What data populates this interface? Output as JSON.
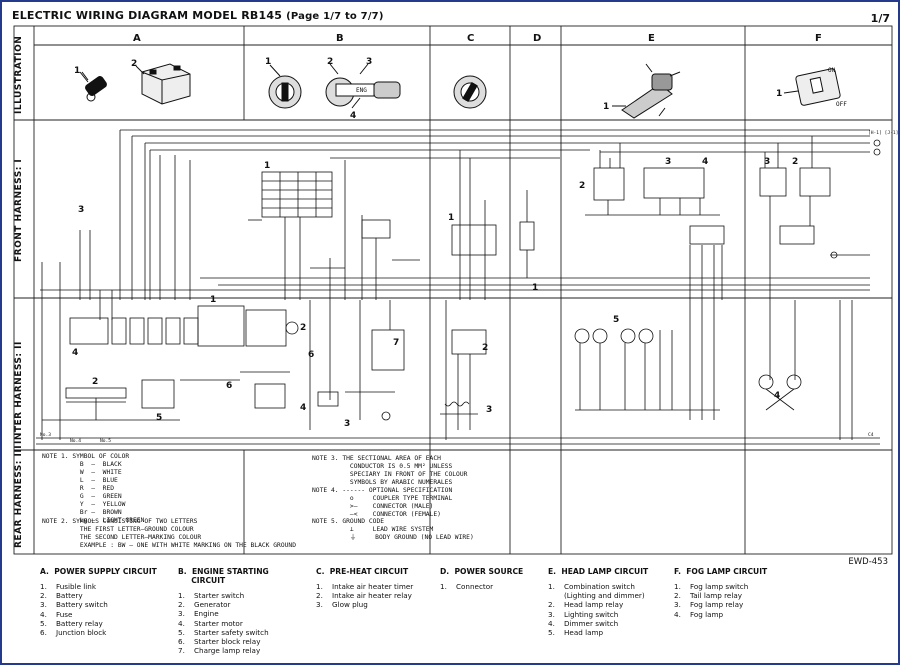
{
  "header": {
    "title": "ELECTRIC WIRING DIAGRAM MODEL  RB145",
    "page_range": "(Page 1/7 to 7/7)",
    "page_number": "1/7"
  },
  "columns": [
    "A",
    "B",
    "C",
    "D",
    "E",
    "F"
  ],
  "row_labels": {
    "illustration": "ILLUSTRATION",
    "front": "FRONT HARNESS: I",
    "inter": "INTER HARNESS: II",
    "rear": "REAR HARNESS: III"
  },
  "illustration_labels": {
    "a1": "1",
    "a2": "2",
    "b1": "1",
    "b2": "2",
    "b3": "3",
    "b4": "4",
    "b_eng": "ENG",
    "e1": "1",
    "f1": "1",
    "f_on": "ON",
    "f_off": "OFF"
  },
  "notes": {
    "note1": "NOTE 1. SYMBOL OF COLOR\n          B  —  BLACK\n          W  —  WHITE\n          L  —  BLUE\n          R  —  RED\n          G  —  GREEN\n          Y  —  YELLOW\n          Br —  BROWN\n          Lg —  LIGHT GREEN",
    "note2": "NOTE 2. SYMBOLS CONSISTING OF TWO LETTERS\n          THE FIRST LETTER—GROUND COLOUR\n          THE SECOND LETTER—MARKING COLOUR\n          EXAMPLE : BW — ONE WITH WHITE MARKING ON THE BLACK GROUND",
    "note3": "NOTE 3. THE SECTIONAL AREA OF EACH\n          CONDUCTOR IS 0.5 MM² UNLESS\n          SPECIARY IN FRONT OF THE COLOUR\n          SYMBOLS BY ARABIC NUMERALES",
    "note4": "NOTE 4. ------ OPTIONAL SPECIFICATION\n          o     COUPLER TYPE TERMINAL\n          >—    CONNECTOR (MALE)\n          —<    CONNECTOR (FEMALE)",
    "note5": "NOTE 5. GROUND CODE\n          ⊥     LEAD WIRE SYSTEM\n          ⏚     BODY GROUND (NO LEAD WIRE)"
  },
  "drawing_id": "EWD-453",
  "legend": [
    {
      "title": "A.  POWER SUPPLY CIRCUIT",
      "items": [
        [
          "1.",
          "Fusible link"
        ],
        [
          "2.",
          "Battery"
        ],
        [
          "3.",
          "Battery switch"
        ],
        [
          "4.",
          "Fuse"
        ],
        [
          "5.",
          "Battery relay"
        ],
        [
          "6.",
          "Junction block"
        ]
      ]
    },
    {
      "title": "B.  ENGINE STARTING\n     CIRCUIT",
      "items": [
        [
          "1.",
          "Starter switch"
        ],
        [
          "2.",
          "Generator"
        ],
        [
          "3.",
          "Engine"
        ],
        [
          "4.",
          "Starter motor"
        ],
        [
          "5.",
          "Starter safety switch"
        ],
        [
          "6.",
          "Starter block relay"
        ],
        [
          "7.",
          "Charge lamp relay"
        ]
      ]
    },
    {
      "title": "C.  PRE-HEAT CIRCUIT",
      "items": [
        [
          "1.",
          "Intake air heater timer"
        ],
        [
          "2.",
          "Intake air heater relay"
        ],
        [
          "3.",
          "Glow plug"
        ]
      ]
    },
    {
      "title": "D.  POWER SOURCE",
      "items": [
        [
          "1.",
          "Connector"
        ]
      ]
    },
    {
      "title": "E.  HEAD LAMP CIRCUIT",
      "items": [
        [
          "1.",
          "Combination switch"
        ],
        [
          "",
          "(Lighting and dimmer)"
        ],
        [
          "2.",
          "Head lamp relay"
        ],
        [
          "3.",
          "Lighting switch"
        ],
        [
          "4.",
          "Dimmer switch"
        ],
        [
          "5.",
          "Head lamp"
        ]
      ]
    },
    {
      "title": "F.  FOG LAMP CIRCUIT",
      "items": [
        [
          "1.",
          "Fog lamp switch"
        ],
        [
          "2.",
          "Tail lamp relay"
        ],
        [
          "3.",
          "Fog lamp relay"
        ],
        [
          "4.",
          "Fog lamp"
        ]
      ]
    }
  ]
}
